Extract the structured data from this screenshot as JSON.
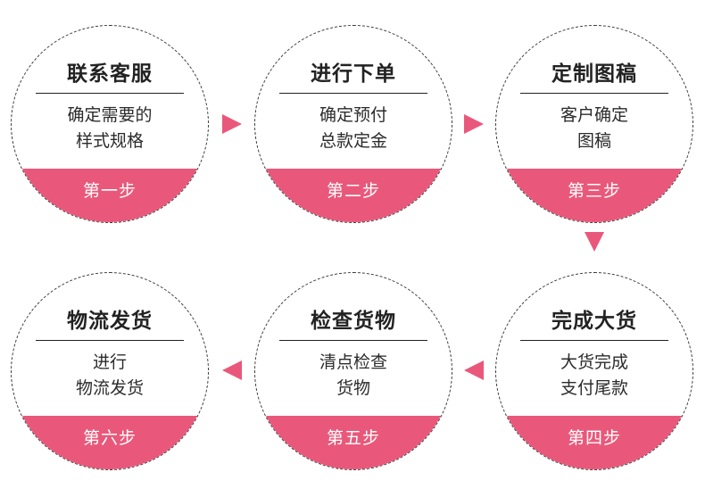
{
  "steps": [
    {
      "title": "联系客服",
      "desc": [
        "确定需要的",
        "样式规格"
      ],
      "label": "第一步"
    },
    {
      "title": "进行下单",
      "desc": [
        "确定预付",
        "总款定金"
      ],
      "label": "第二步"
    },
    {
      "title": "定制图稿",
      "desc": [
        "客户确定",
        "图稿"
      ],
      "label": "第三步"
    },
    {
      "title": "完成大货",
      "desc": [
        "大货完成",
        "支付尾款"
      ],
      "label": "第四步"
    },
    {
      "title": "检查货物",
      "desc": [
        "清点检查",
        "货物"
      ],
      "label": "第五步"
    },
    {
      "title": "物流发货",
      "desc": [
        "进行",
        "物流发货"
      ],
      "label": "第六步"
    }
  ],
  "colors": {
    "accent": "#e9587a",
    "border": "#3a3a3a",
    "text": "#222222"
  }
}
